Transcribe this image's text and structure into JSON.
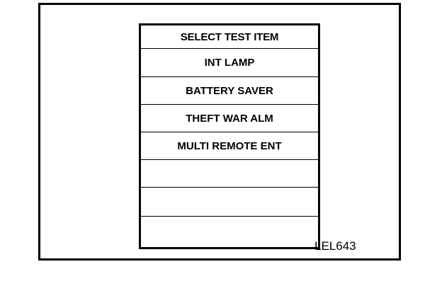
{
  "screen": {
    "title": "SELECT TEST ITEM",
    "items": [
      {
        "label": "INT LAMP"
      },
      {
        "label": "BATTERY SAVER"
      },
      {
        "label": "THEFT WAR ALM"
      },
      {
        "label": "MULTI REMOTE ENT"
      },
      {
        "label": ""
      },
      {
        "label": ""
      },
      {
        "label": ""
      }
    ]
  },
  "figure": {
    "code": "LEL643"
  }
}
